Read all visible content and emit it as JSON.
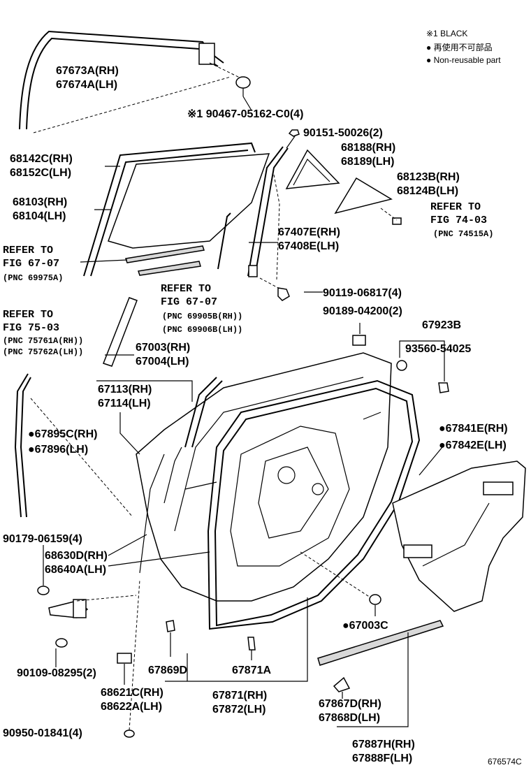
{
  "legend": {
    "black_note": "※1 BLACK",
    "non_reusable_jp": "● 再使用不可部品",
    "non_reusable_en": "● Non-reusable part"
  },
  "labels": {
    "p67673A": "67673A(RH)",
    "p67674A": "67674A(LH)",
    "p90467": "※1 90467-05162-C0(4)",
    "p90151": "90151-50026(2)",
    "p68142C": "68142C(RH)",
    "p68152C": "68152C(LH)",
    "p68188": "68188(RH)",
    "p68189": "68189(LH)",
    "p68123B": "68123B(RH)",
    "p68124B": "68124B(LH)",
    "p68103": "68103(RH)",
    "p68104": "68104(LH)",
    "refer_74_a": "REFER TO",
    "refer_74_b": "FIG 74-03",
    "refer_74_c": "(PNC 74515A)",
    "p67407E": "67407E(RH)",
    "p67408E": "67408E(LH)",
    "refer_67a_a": "REFER TO",
    "refer_67a_b": "FIG 67-07",
    "refer_67a_c": "(PNC 69975A)",
    "p90119": "90119-06817(4)",
    "refer_67b_a": "REFER TO",
    "refer_67b_b": "FIG 67-07",
    "refer_67b_c": "(PNC 69905B(RH))",
    "refer_67b_d": "(PNC 69906B(LH))",
    "p90189": "90189-04200(2)",
    "refer_75_a": "REFER TO",
    "refer_75_b": "FIG 75-03",
    "refer_75_c": "(PNC 75761A(RH))",
    "refer_75_d": "(PNC 75762A(LH))",
    "p67923B": "67923B",
    "p67003": "67003(RH)",
    "p67004": "67004(LH)",
    "p93560": "93560-54025",
    "p67113": "67113(RH)",
    "p67114": "67114(LH)",
    "p67895C": "●67895C(RH)",
    "p67896": "●67896(LH)",
    "p67841E": "●67841E(RH)",
    "p67842E": "●67842E(LH)",
    "p90179": "90179-06159(4)",
    "p68630D": "68630D(RH)",
    "p68640A": "68640A(LH)",
    "p67003C": "●67003C",
    "p67869D": "67869D",
    "p67871A": "67871A",
    "p90109": "90109-08295(2)",
    "p68621C": "68621C(RH)",
    "p68622A": "68622A(LH)",
    "p67871": "67871(RH)",
    "p67872": "67872(LH)",
    "p67867D": "67867D(RH)",
    "p67868D": "67868D(LH)",
    "p90950": "90950-01841(4)",
    "p67887H": "67887H(RH)",
    "p67888F": "67888F(LH)",
    "fig_code": "676574C"
  }
}
